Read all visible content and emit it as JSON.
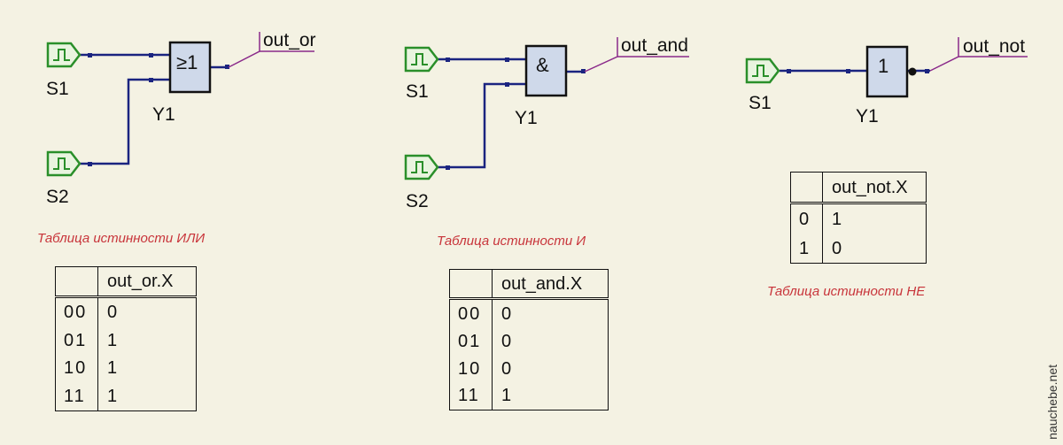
{
  "colors": {
    "wire": "#1a2480",
    "source": "#2a8f2a",
    "gate_fill": "#cfd9ea",
    "probe": "#8a2a8a",
    "caption": "#c8343a"
  },
  "circuits": {
    "or": {
      "inputs": [
        "S1",
        "S2"
      ],
      "gate_label": "Y1",
      "gate_symbol": "≥1",
      "probe": "out_or"
    },
    "and": {
      "inputs": [
        "S1",
        "S2"
      ],
      "gate_label": "Y1",
      "gate_symbol": "&",
      "probe": "out_and"
    },
    "not": {
      "inputs": [
        "S1"
      ],
      "gate_label": "Y1",
      "gate_symbol": "1",
      "probe": "out_not"
    }
  },
  "tables": {
    "or": {
      "caption": "Таблица истинности ИЛИ",
      "header": "out_or.X",
      "rows": [
        {
          "in": "00",
          "out": "0"
        },
        {
          "in": "01",
          "out": "1"
        },
        {
          "in": "10",
          "out": "1"
        },
        {
          "in": "11",
          "out": "1"
        }
      ]
    },
    "and": {
      "caption": "Таблица истинности И",
      "header": "out_and.X",
      "rows": [
        {
          "in": "00",
          "out": "0"
        },
        {
          "in": "01",
          "out": "0"
        },
        {
          "in": "10",
          "out": "0"
        },
        {
          "in": "11",
          "out": "1"
        }
      ]
    },
    "not": {
      "caption": "Таблица истинности НЕ",
      "header": "out_not.X",
      "rows": [
        {
          "in": "0",
          "out": "1"
        },
        {
          "in": "1",
          "out": "0"
        }
      ]
    }
  },
  "watermark": "nauchebe.net"
}
